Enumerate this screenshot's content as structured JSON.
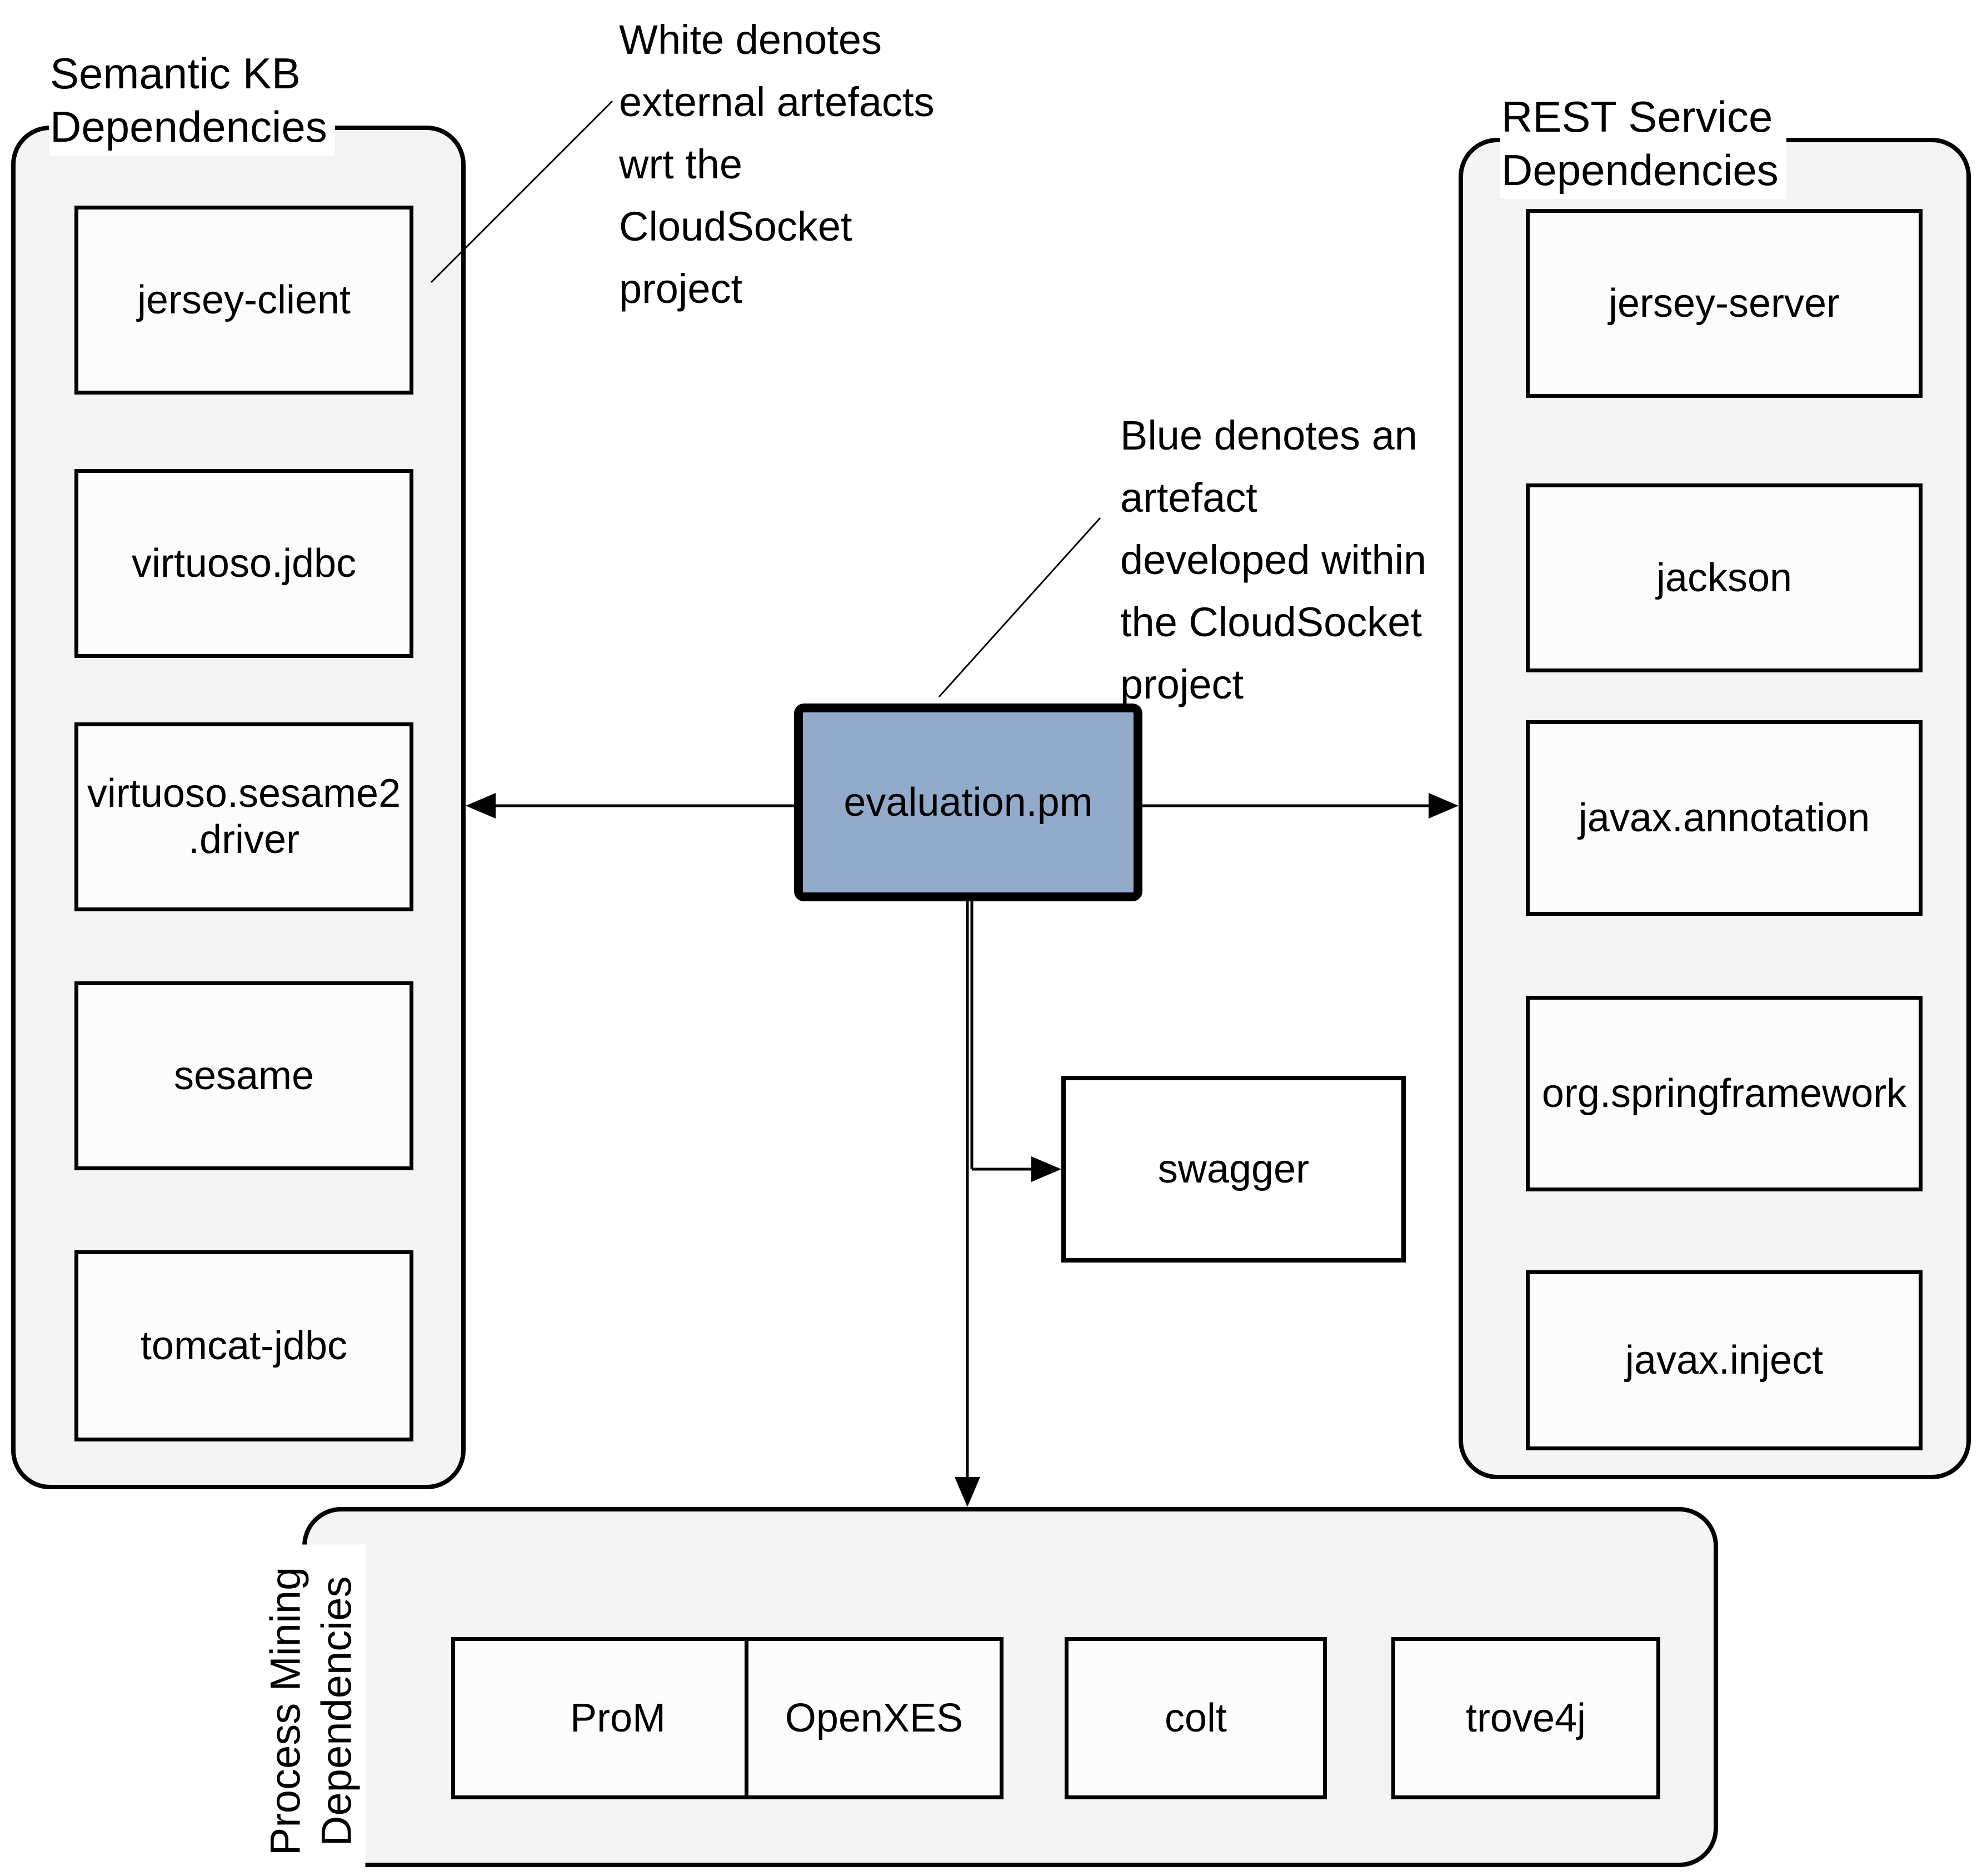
{
  "diagram": {
    "center_node": {
      "label": "evaluation.pm"
    },
    "swagger_node": {
      "label": "swagger"
    }
  },
  "panels": {
    "semantic_kb": {
      "title": "Semantic KB\nDependencies",
      "items": [
        "jersey-client",
        "virtuoso.jdbc",
        "virtuoso.sesame2\n.driver",
        "sesame",
        "tomcat-jdbc"
      ]
    },
    "rest_service": {
      "title": "REST Service\nDependencies",
      "items": [
        "jersey-server",
        "jackson",
        "javax.annotation",
        "org.springframework",
        "javax.inject"
      ]
    },
    "process_mining": {
      "title": "Process Mining\nDependencies",
      "items": [
        "ProM",
        "OpenXES",
        "colt",
        "trove4j"
      ]
    }
  },
  "annotations": {
    "white_note": "White denotes\nexternal artefacts\nwrt the\nCloudSocket\nproject",
    "blue_note": "Blue denotes an\nartefact\ndeveloped within\nthe CloudSocket\nproject"
  },
  "colors": {
    "artefact_blue": "#93abca",
    "panel_fill": "#f4f4f4",
    "box_fill": "#fcfcfc",
    "line_color": "#000000"
  }
}
